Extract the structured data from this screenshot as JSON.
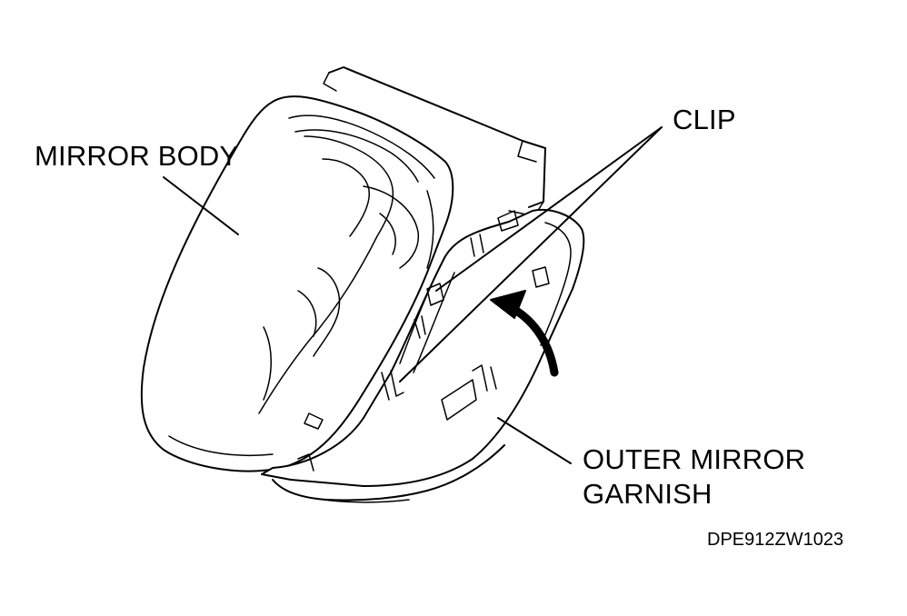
{
  "labels": {
    "mirror_body": "MIRROR BODY",
    "clip": "CLIP",
    "garnish_line1": "OUTER MIRROR",
    "garnish_line2": "GARNISH",
    "figure_code": "DPE912ZW1023"
  },
  "colors": {
    "ink": "#000000",
    "paper": "#ffffff"
  }
}
